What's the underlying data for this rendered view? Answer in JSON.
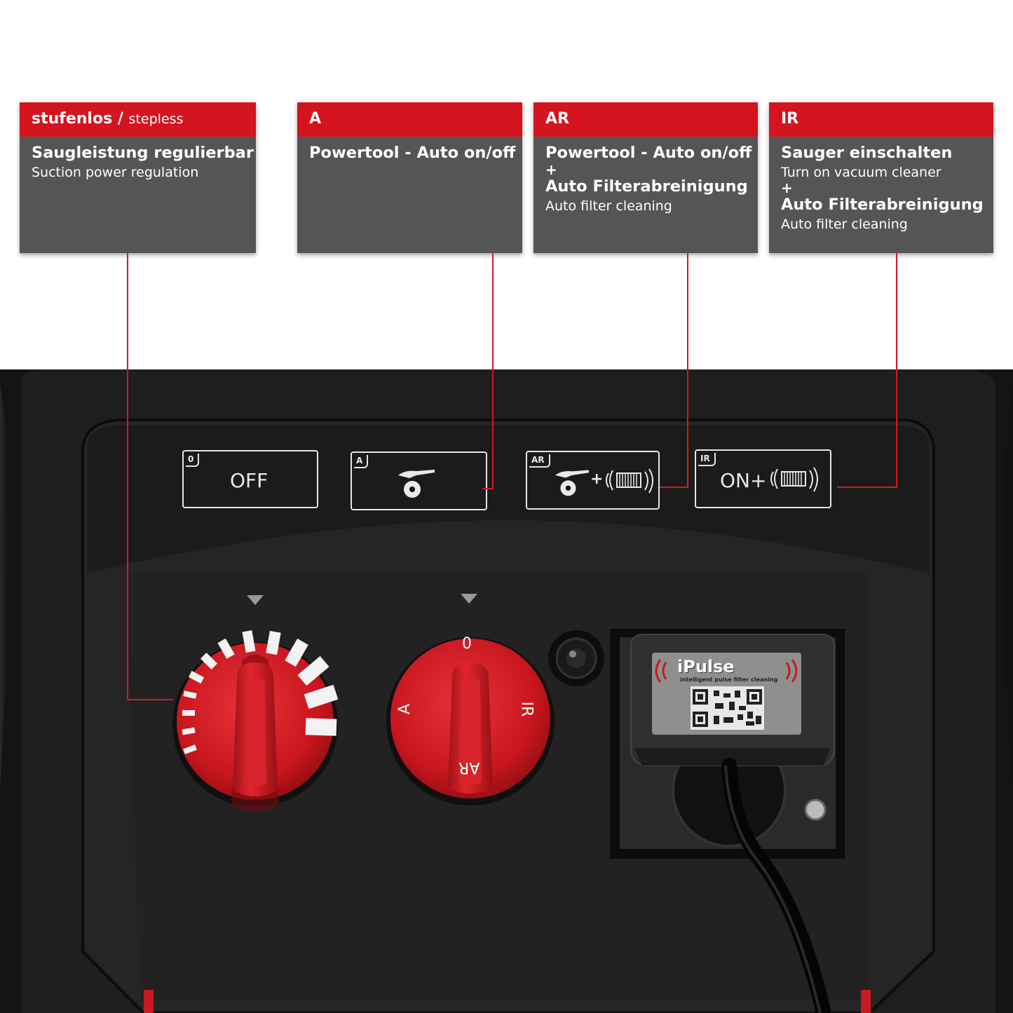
{
  "cards": [
    {
      "head_bold": "stufenlos",
      "head_sep": " / ",
      "head_light": "stepless",
      "lines": [
        {
          "kind": "main",
          "text": "Saugleistung regulierbar"
        },
        {
          "kind": "sub",
          "text": "Suction power regulation"
        }
      ]
    },
    {
      "head_bold": "A",
      "lines": [
        {
          "kind": "main",
          "text": "Powertool - Auto on/off"
        }
      ]
    },
    {
      "head_bold": "AR",
      "lines": [
        {
          "kind": "main",
          "text": "Powertool - Auto on/off"
        },
        {
          "kind": "plus",
          "text": "+"
        },
        {
          "kind": "main",
          "text": "Auto Filterabreinigung"
        },
        {
          "kind": "sub",
          "text": "Auto filter cleaning"
        }
      ]
    },
    {
      "head_bold": "IR",
      "lines": [
        {
          "kind": "main",
          "text": "Sauger einschalten"
        },
        {
          "kind": "sub",
          "text": "Turn on vacuum cleaner"
        },
        {
          "kind": "plus",
          "text": "+"
        },
        {
          "kind": "main",
          "text": "Auto Filterabreinigung"
        },
        {
          "kind": "sub",
          "text": "Auto filter cleaning"
        }
      ]
    }
  ],
  "panel": {
    "modes": [
      {
        "tag": "0",
        "text": "OFF"
      },
      {
        "tag": "A",
        "text": ""
      },
      {
        "tag": "AR",
        "text": "+"
      },
      {
        "tag": "IR",
        "text": "ON+"
      }
    ],
    "selector_knob": {
      "top": "0",
      "left": "A",
      "right": "IR",
      "bottom": "AR"
    },
    "module": {
      "brand": "iPulse",
      "tagline": "intelligent pulse filter cleaning"
    }
  },
  "colors": {
    "accent": "#d4141f",
    "card_bg": "#555555",
    "knob": "#d81e26"
  }
}
